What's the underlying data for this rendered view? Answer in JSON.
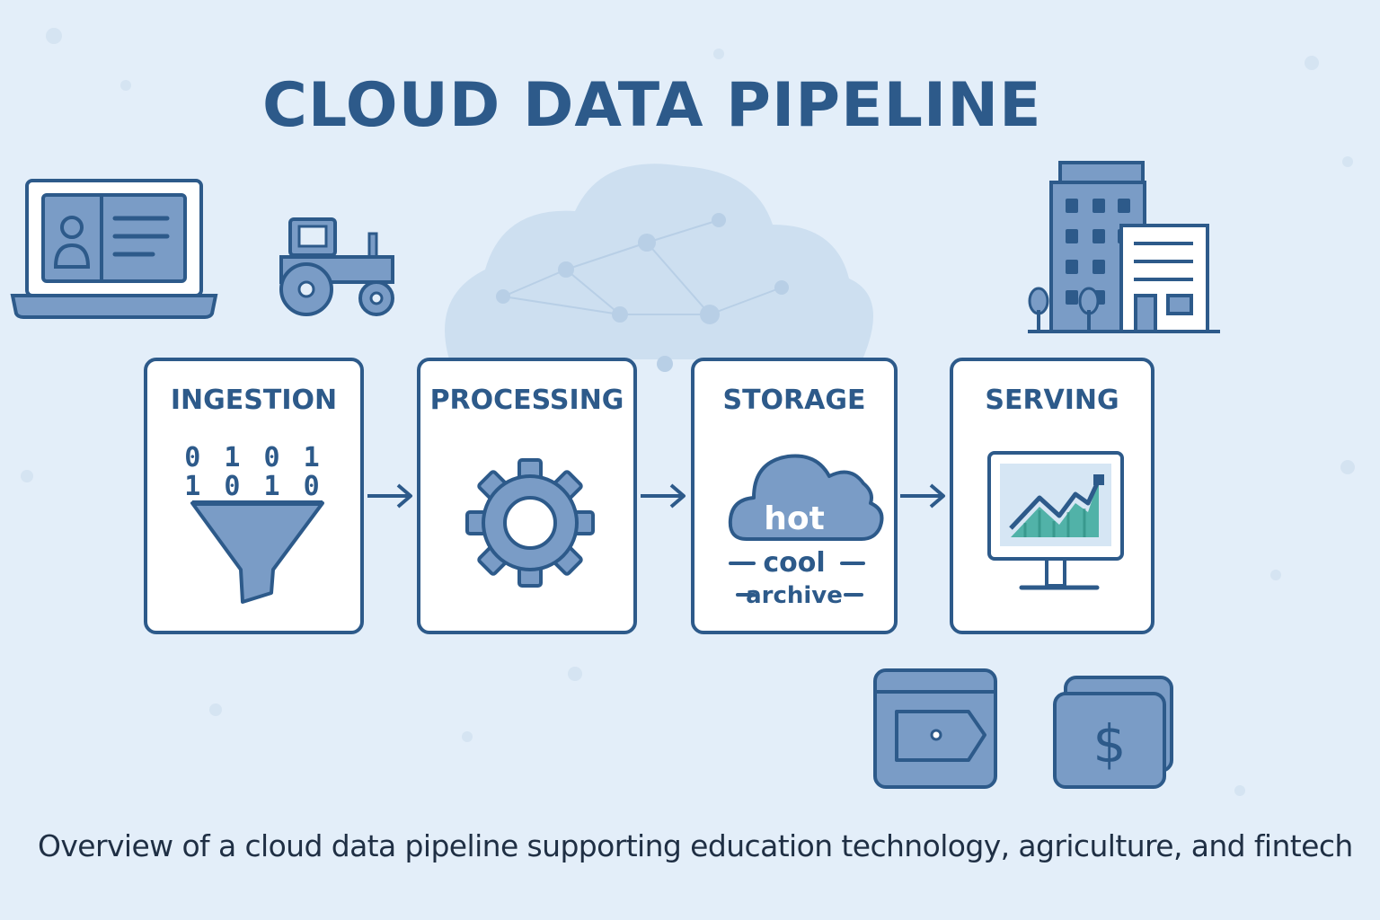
{
  "title": "CLOUD DATA PIPELINE",
  "caption": "Overview of a cloud data pipeline supporting education technology, agriculture, and fintech",
  "stages": [
    {
      "label": "INGESTION",
      "icon": "funnel-icon",
      "bits": [
        "0 1 0 1",
        "1 0 1 0"
      ]
    },
    {
      "label": "PROCESSING",
      "icon": "gear-icon"
    },
    {
      "label": "STORAGE",
      "icon": "cloud-icon",
      "tiers": {
        "hot": "hot",
        "cool": "cool",
        "archive": "archive"
      }
    },
    {
      "label": "SERVING",
      "icon": "chart-monitor-icon"
    }
  ],
  "icons": {
    "education": "laptop-profile-icon",
    "agriculture": "tractor-icon",
    "city": "buildings-icon",
    "payment": "card-icon",
    "finance": "dollar-wallet-icon"
  },
  "colors": {
    "background": "#e3eef9",
    "primary": "#2d5a8a",
    "icon_fill": "#7a9cc6",
    "chart_accent": "#3aa89a"
  }
}
